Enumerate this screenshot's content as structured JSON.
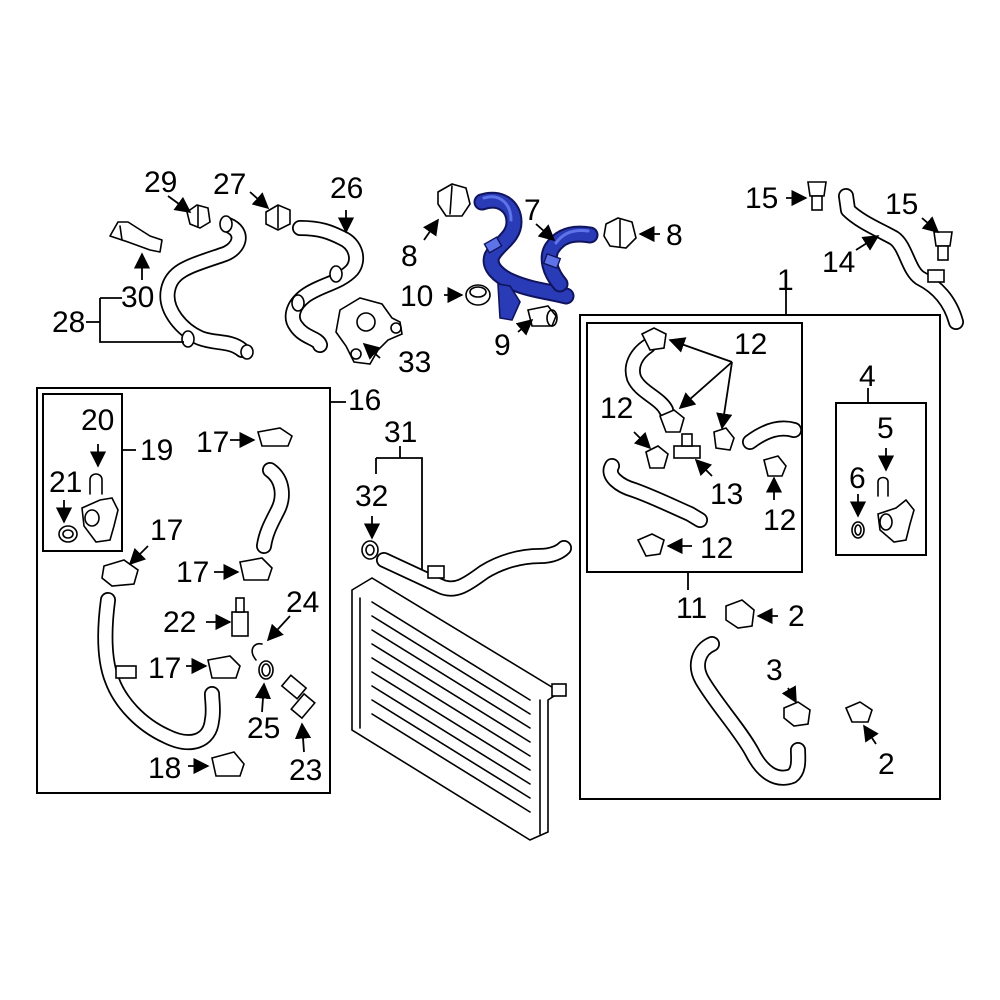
{
  "diagram": {
    "highlight_color": "#2a3bb8",
    "callouts": {
      "c1": "1",
      "c2a": "2",
      "c2b": "2",
      "c3": "3",
      "c4": "4",
      "c5": "5",
      "c6": "6",
      "c7": "7",
      "c8a": "8",
      "c8b": "8",
      "c9": "9",
      "c10": "10",
      "c11": "11",
      "c12a": "12",
      "c12b": "12",
      "c12c": "12",
      "c12d": "12",
      "c13": "13",
      "c14": "14",
      "c15a": "15",
      "c15b": "15",
      "c16": "16",
      "c17a": "17",
      "c17b": "17",
      "c17c": "17",
      "c17d": "17",
      "c18": "18",
      "c19": "19",
      "c20": "20",
      "c21": "21",
      "c22": "22",
      "c23": "23",
      "c24": "24",
      "c25": "25",
      "c26": "26",
      "c27": "27",
      "c28": "28",
      "c29": "29",
      "c30": "30",
      "c31": "31",
      "c32": "32",
      "c33": "33"
    }
  }
}
